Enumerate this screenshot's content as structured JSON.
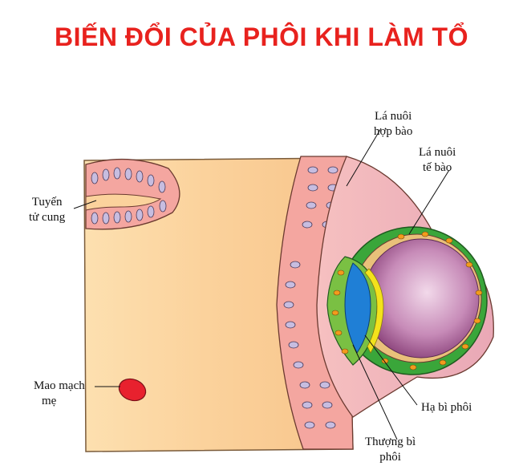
{
  "title": "BIẾN ĐỔI CỦA PHÔI KHI LÀM TỔ",
  "labels": {
    "syncytiotrophoblast": [
      "Lá nuôi",
      "hợp bào"
    ],
    "cytotrophoblast": [
      "Lá nuôi",
      "tế bào"
    ],
    "uterine_gland": [
      "Tuyến",
      "tử cung"
    ],
    "maternal_capillary": [
      "Mao mạch",
      "mẹ"
    ],
    "hypoblast": "Hạ bì phôi",
    "epiblast": [
      "Thượng bì",
      "phôi"
    ]
  },
  "colors": {
    "title": "#e8221e",
    "tissue": "#fbd09a",
    "cells": "#f3a9a6",
    "nuclei": "#c7bde0",
    "cavity": "#8a3f78",
    "green": "#3aa63a",
    "yellow": "#f3e21c",
    "blue": "#1f7fd6",
    "capillary": "#e8212e"
  }
}
